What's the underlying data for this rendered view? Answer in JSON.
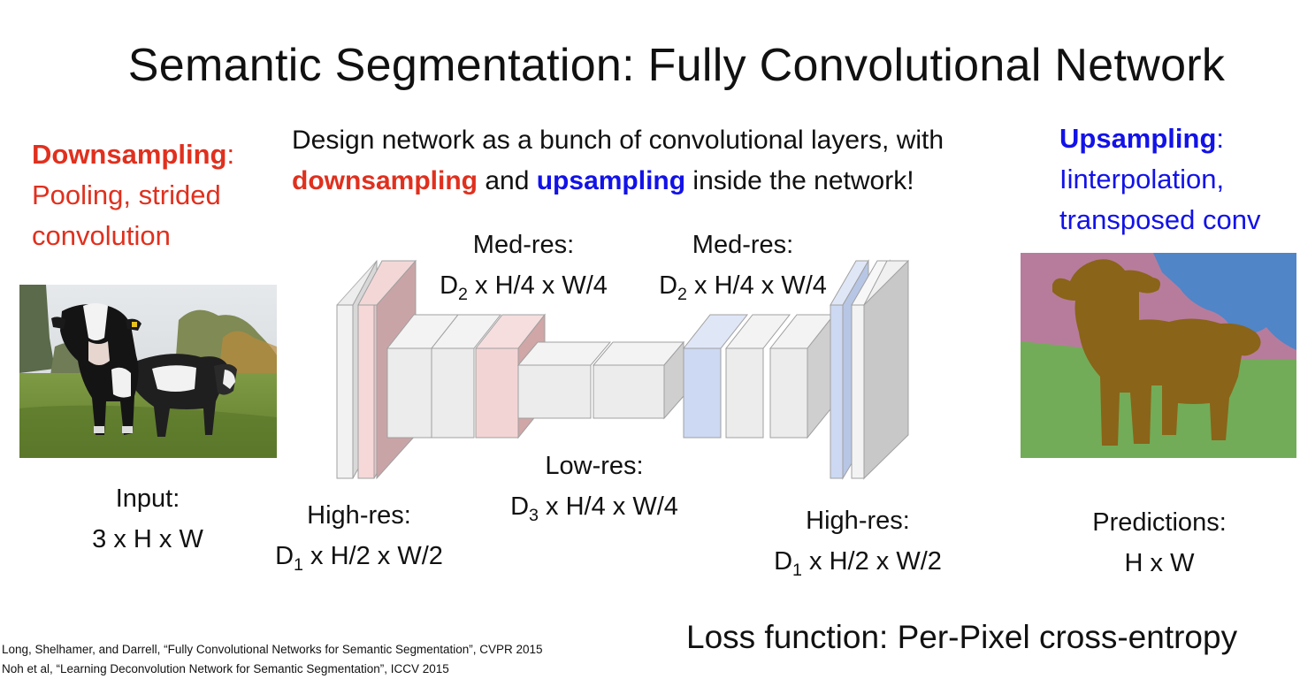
{
  "title": "Semantic Segmentation: Fully Convolutional Network",
  "downsampling": {
    "heading": "Downsampling",
    "colon": ":",
    "line1": "Pooling, strided",
    "line2": "convolution"
  },
  "upsampling": {
    "heading": "Upsampling",
    "colon": ":",
    "line1": "Iinterpolation,",
    "line2": "transposed conv"
  },
  "design": {
    "line1": "Design network as a bunch of convolutional layers, with",
    "word_down": "downsampling",
    "word_and": " and ",
    "word_up": "upsampling",
    "rest": " inside the network!"
  },
  "labels": {
    "input_title": "Input:",
    "input_dims": "3 x H x W",
    "highres_left_title": "High-res:",
    "highres_left_D": "D",
    "highres_left_sub": "1",
    "highres_left_dims": " x H/2 x W/2",
    "medres_left_title": "Med-res:",
    "medres_left_D": "D",
    "medres_left_sub": "2",
    "medres_left_dims": " x H/4 x W/4",
    "lowres_title": "Low-res:",
    "lowres_D": "D",
    "lowres_sub": "3",
    "lowres_dims": " x H/4 x W/4",
    "medres_right_title": "Med-res:",
    "medres_right_D": "D",
    "medres_right_sub": "2",
    "medres_right_dims": " x H/4 x W/4",
    "highres_right_title": "High-res:",
    "highres_right_D": "D",
    "highres_right_sub": "1",
    "highres_right_dims": " x H/2 x W/2",
    "pred_title": "Predictions:",
    "pred_dims": "H x W"
  },
  "loss": "Loss function: Per-Pixel cross-entropy",
  "references": [
    "Long, Shelhamer, and Darrell, “Fully Convolutional Networks for Semantic Segmentation”, CVPR 2015",
    "Noh et al, “Learning Deconvolution Network for Semantic Segmentation”, ICCV 2015"
  ],
  "colors": {
    "downsample": "#e0301e",
    "upsample": "#1212e8",
    "gray_block": "#ebebeb",
    "pink_block": "#f0cccc",
    "blue_block": "#cdd9f2",
    "seg_pink": "#b77c9c",
    "seg_blue": "#5085c8",
    "seg_green": "#72ac58",
    "seg_brown": "#8a6418"
  }
}
